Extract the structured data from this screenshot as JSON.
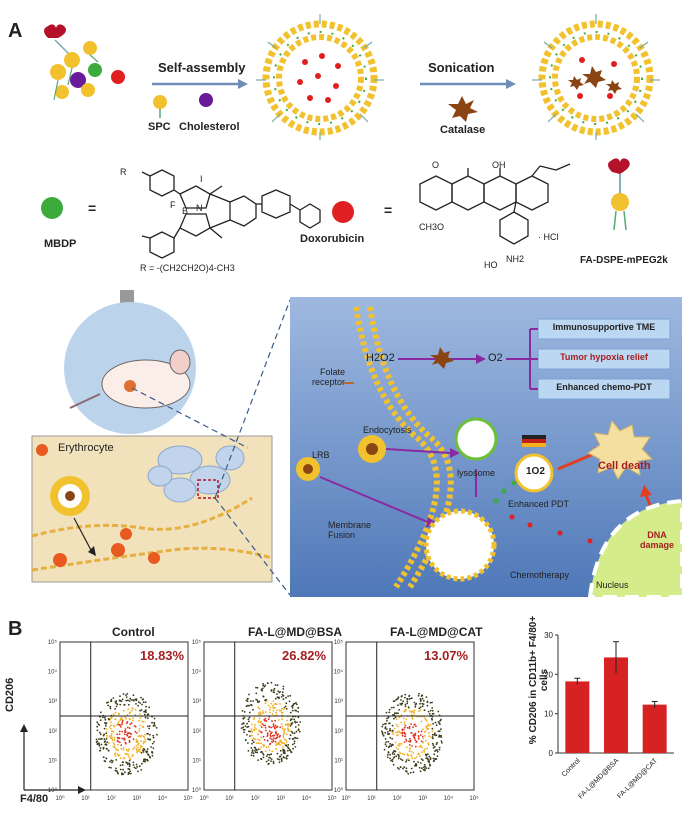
{
  "panels": {
    "a": "A",
    "b": "B"
  },
  "synthesis": {
    "self_assembly": "Self-assembly",
    "sonication": "Sonication",
    "spc": "SPC",
    "cholesterol": "Cholesterol",
    "catalase": "Catalase"
  },
  "molecules": {
    "mbdp": "MBDP",
    "equals": "=",
    "doxorubicin": "Doxorubicin",
    "fa_dspe": "FA-DSPE-mPEG2k",
    "r_label": "R",
    "r_formula": "R = -(CH2CH2O)4-CH3",
    "hcl": "· HCl",
    "ch3o": "CH3O",
    "nh2": "NH2",
    "oh": "OH",
    "o": "O",
    "ho": "HO",
    "f": "F",
    "b": "B",
    "n": "N",
    "i": "I"
  },
  "mechanism": {
    "erythrocyte": "Erythrocyte",
    "folate_receptor": "Folate receptor",
    "endocytosis": "Endocytosis",
    "lrb": "LRB",
    "lysosome": "lysosome",
    "membrane_fusion": "Membrane Fusion",
    "h2o2": "H2O2",
    "o2": "O2",
    "singlet_o2": "1O2",
    "enhanced_pdt": "Enhanced PDT",
    "cell_death": "Cell death",
    "dna_damage": "DNA damage",
    "chemotherapy": "Chemotherapy",
    "nucleus": "Nucleus",
    "outcomes": [
      "Immunosupportive TME",
      "Tumor hypoxia relief",
      "Enhanced chemo-PDT"
    ]
  },
  "flow": {
    "ylabel": "CD206",
    "xlabel": "F4/80",
    "ticks": [
      "10⁰",
      "10¹",
      "10²",
      "10³",
      "10⁴",
      "10⁵"
    ],
    "plots": [
      {
        "title": "Control",
        "percent": "18.83%"
      },
      {
        "title": "FA-L@MD@BSA",
        "percent": "26.82%"
      },
      {
        "title": "FA-L@MD@CAT",
        "percent": "13.07%"
      }
    ]
  },
  "chart_data": {
    "type": "bar",
    "title": "",
    "xlabel": "",
    "ylabel": "% CD206 in CD11b+ F4/80+ cells",
    "categories": [
      "Control",
      "FA-L@MD@BSA",
      "FA-L@MD@CAT"
    ],
    "values": [
      18.2,
      24.3,
      12.3
    ],
    "errors": [
      0.8,
      4.0,
      0.8
    ],
    "ylim": [
      0,
      30
    ],
    "yticks": [
      "0",
      "10",
      "20",
      "30"
    ],
    "color": "#d62222"
  },
  "colors": {
    "lipid_head": "#f2c12e",
    "cholesterol": "#6a1b9a",
    "mbdp": "#3cab3c",
    "dox": "#e02020",
    "catalase": "#8b4513",
    "arrow": "#6f8fb8",
    "purple_arrow": "#8a2aa0",
    "red_text": "#a52020"
  }
}
